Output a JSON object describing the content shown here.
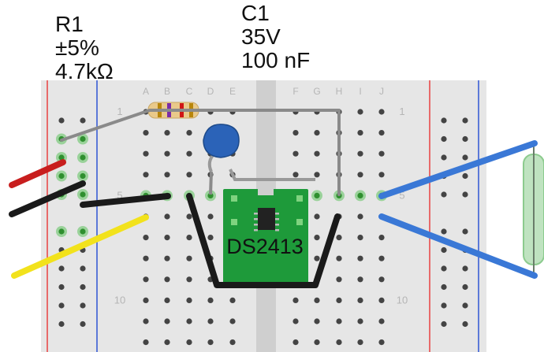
{
  "labels": {
    "r1": {
      "name": "R1",
      "tolerance": "±5%",
      "value": "4.7kΩ"
    },
    "c1": {
      "name": "C1",
      "voltage": "35V",
      "value": "100 nF"
    },
    "chip": "DS2413"
  },
  "breadboard": {
    "columns_left": [
      "A",
      "B",
      "C",
      "D",
      "E"
    ],
    "columns_right": [
      "F",
      "G",
      "H",
      "I",
      "J"
    ],
    "row_numbers": [
      "1",
      "5",
      "10"
    ]
  },
  "colors": {
    "board": "#e6e6e6",
    "channel": "#cfcfcf",
    "rail_red": "#e84040",
    "rail_blue": "#2f55d4",
    "hole": "#444444",
    "hole_active": "#2f8f2f",
    "wire_gray": "#8a8a8a",
    "wire_red": "#c81e1e",
    "wire_black": "#1a1a1a",
    "wire_yellow": "#f2e21c",
    "wire_blue": "#3a78d6",
    "capacitor": "#2b63b8",
    "resistor_body": "#e9c98a",
    "pcb": "#1e9a3a",
    "reed_glass": "#bfe3c0"
  },
  "icons": [
    "resistor-icon",
    "capacitor-icon",
    "chip-icon",
    "reed-switch-icon"
  ]
}
